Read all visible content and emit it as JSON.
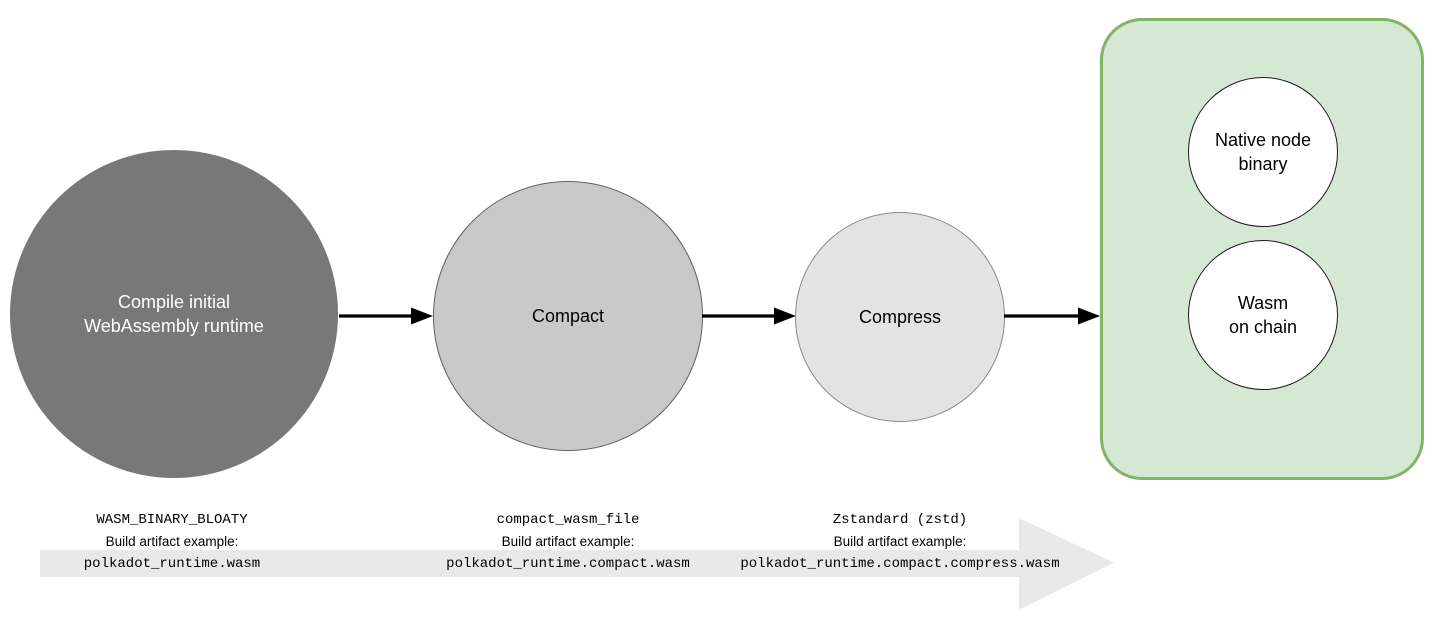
{
  "stages": [
    {
      "label": "Compile initial\nWebAssembly runtime"
    },
    {
      "label": "Compact"
    },
    {
      "label": "Compress"
    }
  ],
  "output": {
    "items": [
      {
        "label": "Native node\nbinary"
      },
      {
        "label": "Wasm\non chain"
      }
    ]
  },
  "annotations": [
    {
      "tool": "WASM_BINARY_BLOATY",
      "caption": "Build artifact example:",
      "artifact": "polkadot_runtime.wasm"
    },
    {
      "tool": "compact_wasm_file",
      "caption": "Build artifact example:",
      "artifact": "polkadot_runtime.compact.wasm"
    },
    {
      "tool": "Zstandard (zstd)",
      "caption": "Build artifact example:",
      "artifact": "polkadot_runtime.compact.compress.wasm"
    }
  ],
  "colors": {
    "stage1_fill": "#787878",
    "stage1_text": "#ffffff",
    "stage2_fill": "#c9c9c9",
    "stage3_fill": "#e3e3e3",
    "circle_border": "#5f5f5f",
    "output_box_fill": "#d5e8d4",
    "output_box_border": "#82b366",
    "output_circle_fill": "#ffffff",
    "flow_band_fill": "#e9e9e9",
    "connector_arrow": "#000000"
  }
}
